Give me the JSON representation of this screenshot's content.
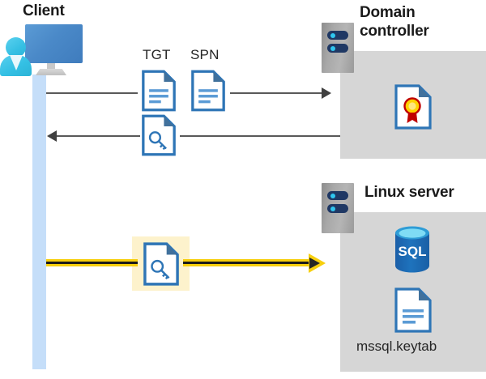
{
  "diagram": {
    "title_client": "Client",
    "title_domain_controller": "Domain\ncontroller",
    "title_domain_controller_line1": "Domain",
    "title_domain_controller_line2": "controller",
    "title_linux_server": "Linux server",
    "labels": {
      "tgt": "TGT",
      "spn": "SPN",
      "keytab_file": "mssql.keytab",
      "sql_icon_text": "SQL"
    },
    "icons": {
      "client": "user-monitor-icon",
      "server_rack": "server-rack-icon",
      "tgt_doc": "document-icon",
      "spn_doc": "document-icon",
      "ticket_key_doc": "key-document-icon",
      "service_ticket_key_doc": "key-document-icon",
      "certificate": "certificate-document-icon",
      "sql_database": "sql-database-icon",
      "keytab_doc": "document-icon"
    },
    "flows": [
      {
        "id": "request-ticket",
        "direction": "right",
        "from": "Client",
        "to": "Domain controller",
        "carries": [
          "TGT",
          "SPN"
        ],
        "highlighted": false
      },
      {
        "id": "receive-service-ticket",
        "direction": "left",
        "from": "Domain controller",
        "to": "Client",
        "carries": [
          "service ticket"
        ],
        "highlighted": false
      },
      {
        "id": "present-service-ticket",
        "direction": "right",
        "from": "Client",
        "to": "Linux server",
        "carries": [
          "service ticket"
        ],
        "highlighted": true
      }
    ],
    "colors": {
      "lifeline": "#c5def9",
      "panel_gray": "#d6d6d6",
      "arrow_gray": "#595959",
      "highlight_yellow": "#f7cf0d",
      "highlight_box": "#fdf2cc",
      "doc_blue": "#2e75b6",
      "doc_fold_blue": "#41719c",
      "sql_blue": "#1e6bb8",
      "cert_gold": "#ffd200",
      "cert_red": "#c00000",
      "rack_navy": "#1f3864",
      "rack_led": "#2fc6ef"
    }
  }
}
